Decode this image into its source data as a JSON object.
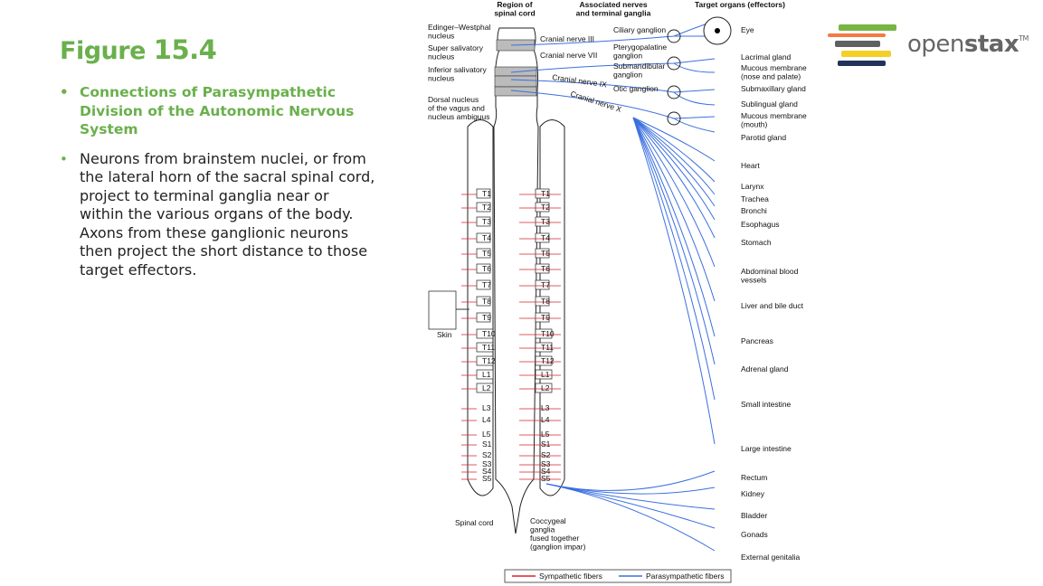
{
  "slide": {
    "title_word": "Figure",
    "title_number": "15.4",
    "bullets": [
      "Connections of Parasympathetic Division of the Autonomic Nervous System",
      "Neurons from brainstem nuclei, or from the lateral horn of the sacral spinal cord, project to terminal ganglia near or within the various organs of the body. Axons from these ganglionic neurons then project the short distance to those target effectors."
    ]
  },
  "logo": {
    "text_light": "open",
    "text_bold": "stax",
    "tm": "TM",
    "colors": [
      "#77b543",
      "#f47a44",
      "#5f6062",
      "#f4d027",
      "#21325b"
    ]
  },
  "diagram": {
    "headers": [
      "Region of\nspinal cord",
      "Associated nerves\nand terminal ganglia",
      "Target organs (effectors)"
    ],
    "nuclei": [
      "Edinger–Westphal\nnucleus",
      "Super salivatory\nnucleus",
      "Inferior salivatory\nnucleus",
      "Dorsal nucleus\nof the vagus and\nnucleus ambiguus"
    ],
    "nerves": [
      "Cranial nerve III",
      "Cranial nerve VII",
      "Cranial nerve IX",
      "Cranial nerve X"
    ],
    "ganglia": [
      "Ciliary ganglion",
      "Pterygopalatine\nganglion",
      "Submandibular\nganglion",
      "Otic ganglion"
    ],
    "organs": [
      "Eye",
      "Lacrimal gland",
      "Mucous membrane\n(nose and palate)",
      "Submaxillary gland",
      "Sublingual gland",
      "Mucous membrane\n(mouth)",
      "Parotid gland",
      "Heart",
      "Larynx",
      "Trachea",
      "Bronchi",
      "Esophagus",
      "Stomach",
      "Abdominal blood\nvessels",
      "Liver and bile duct",
      "Pancreas",
      "Adrenal gland",
      "Small intestine",
      "Large intestine",
      "Rectum",
      "Kidney",
      "Bladder",
      "Gonads",
      "External genitalia"
    ],
    "segments": [
      "T1",
      "T2",
      "T3",
      "T4",
      "T5",
      "T6",
      "T7",
      "T8",
      "T9",
      "T10",
      "T11",
      "T12",
      "L1",
      "L2",
      "L3",
      "L4",
      "L5",
      "S1",
      "S2",
      "S3",
      "S4",
      "S5"
    ],
    "skin": "Skin",
    "spinal_cord": "Spinal cord",
    "coccygeal": "Coccygeal\nganglia\nfused together\n(ganglion impar)",
    "legend": {
      "sympathetic": "Sympathetic fibers",
      "parasympathetic": "Parasympathetic fibers"
    },
    "colors": {
      "sympathetic": "#d9232d",
      "parasympathetic": "#3b6fe0"
    }
  }
}
